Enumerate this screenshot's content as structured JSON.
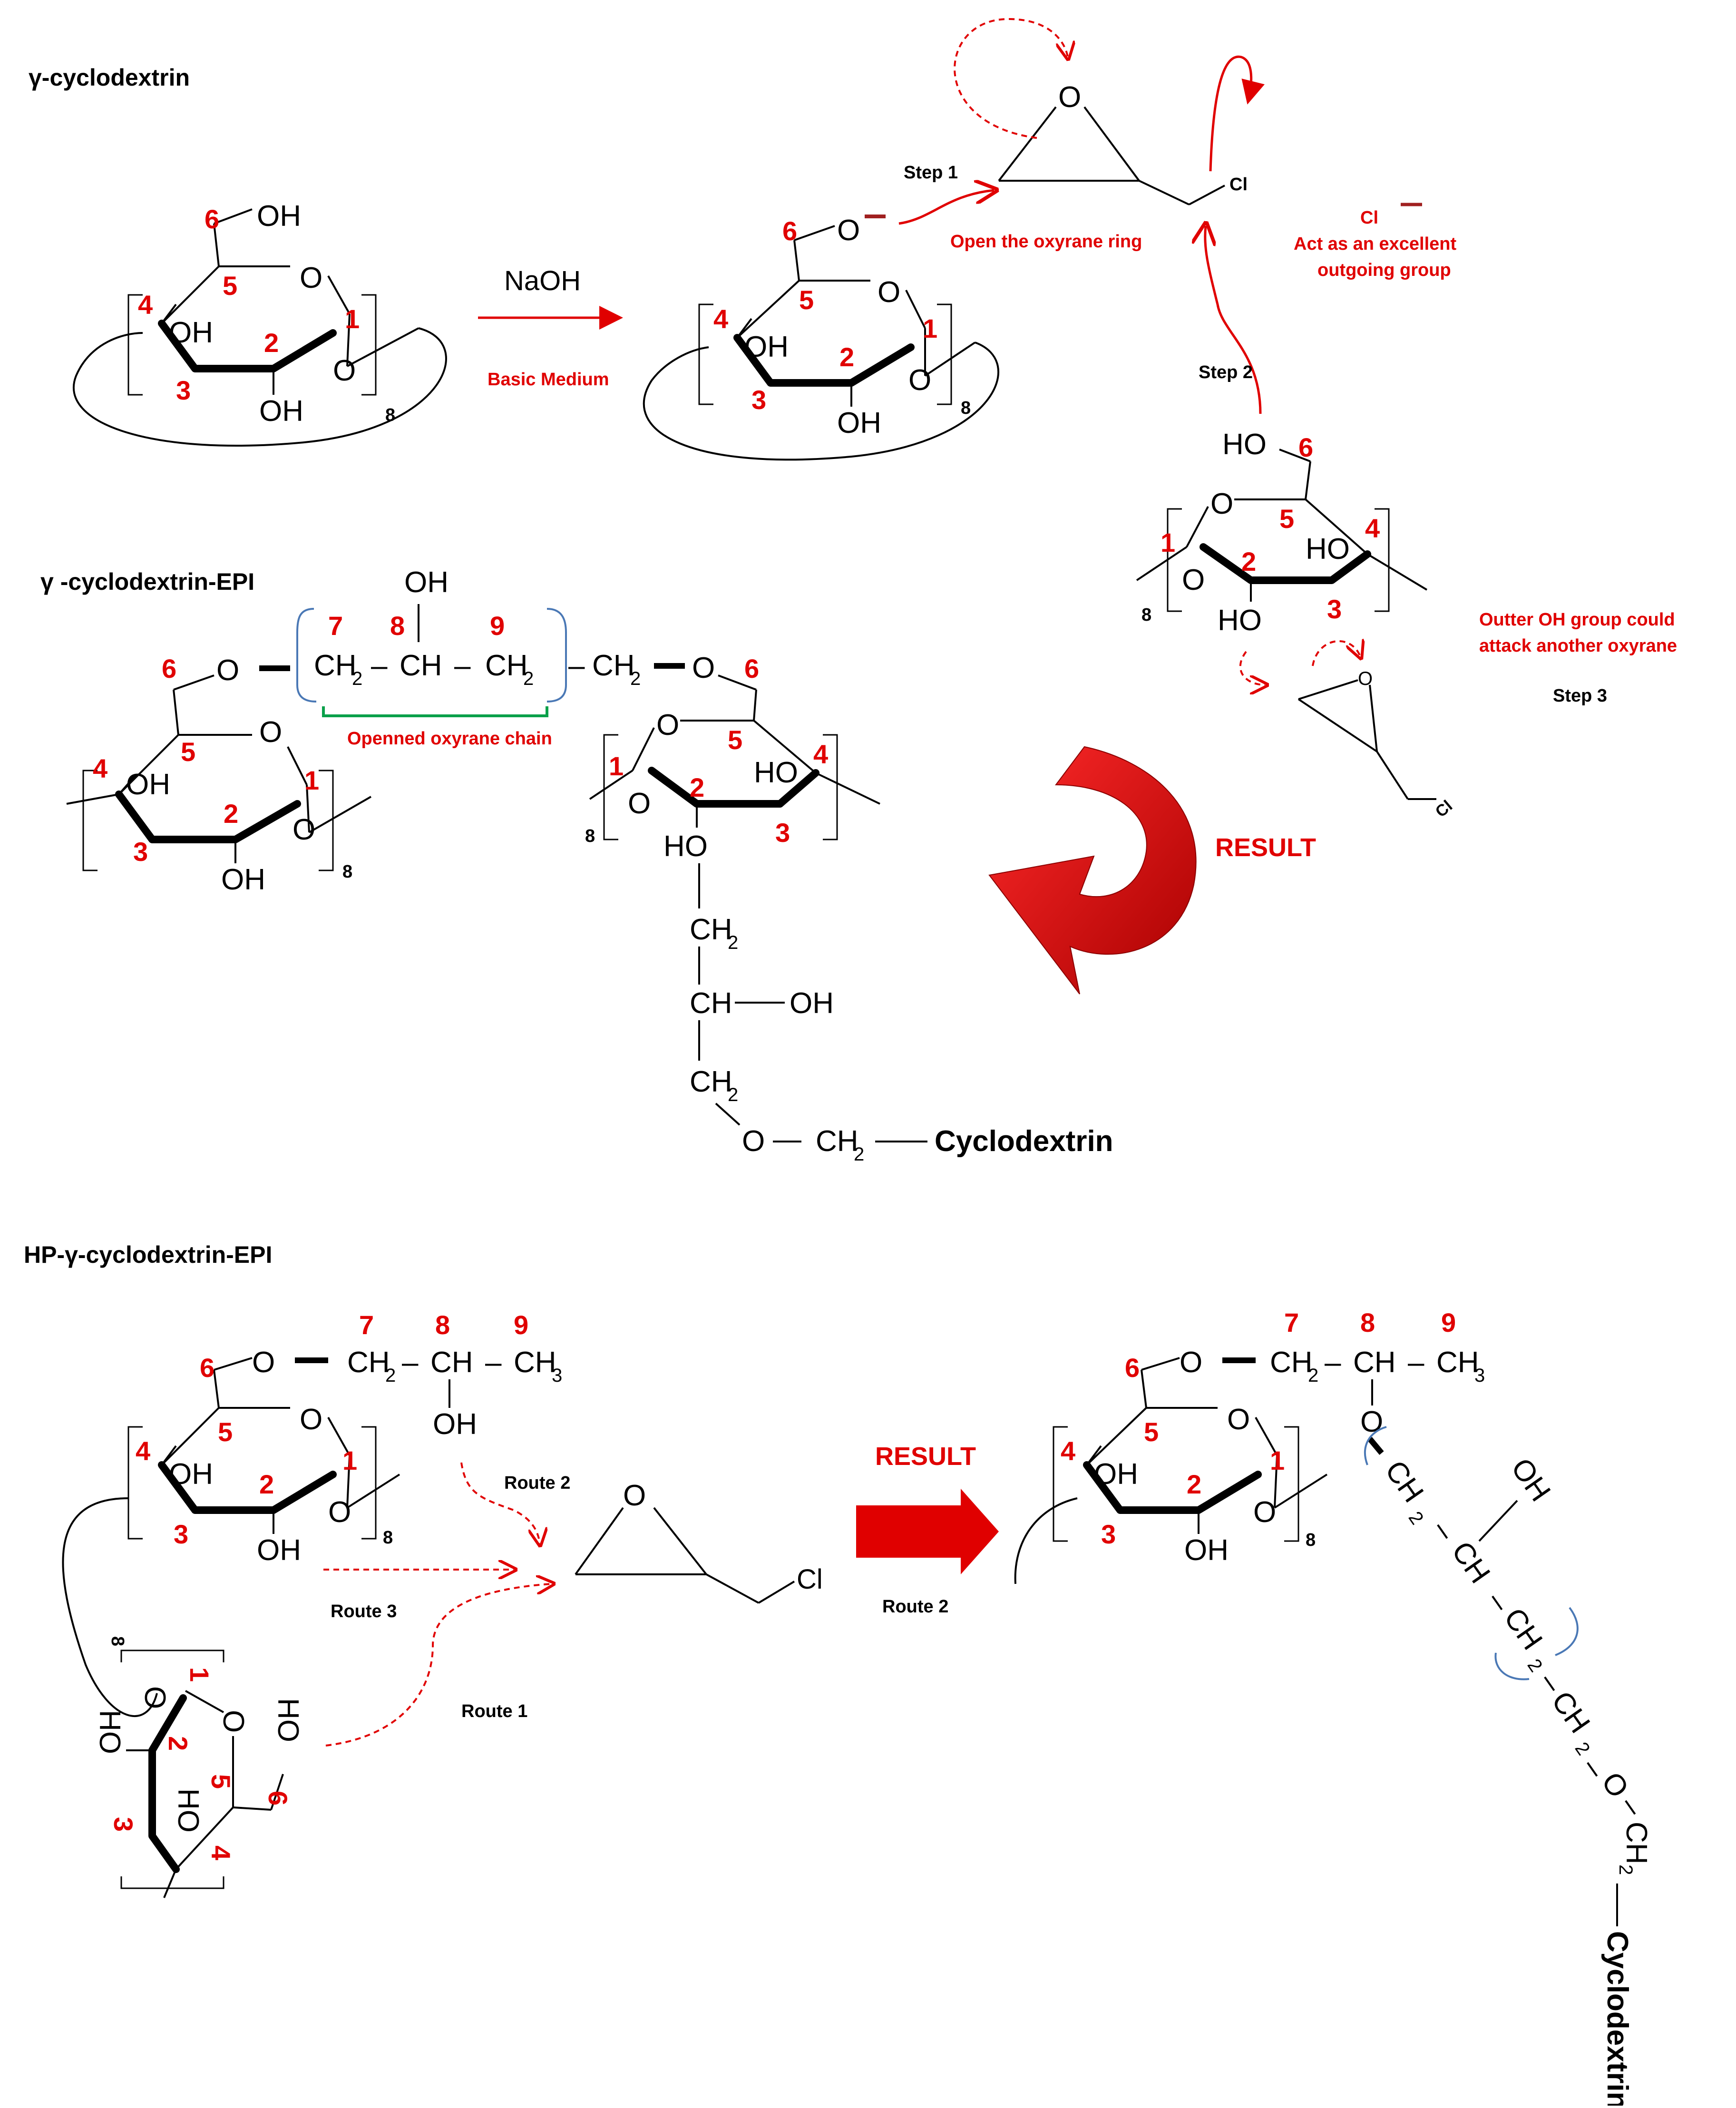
{
  "titles": {
    "gamma_cd": "γ-cyclodextrin",
    "gamma_cd_epi": "γ -cyclodextrin-EPI",
    "hp_gamma_cd_epi": "HP-γ-cyclodextrin-EPI"
  },
  "atoms": {
    "OH": "OH",
    "HO": "HO",
    "O": "O",
    "O_anion": "O",
    "Cl": "Cl",
    "CH2": "CH",
    "CH": "CH",
    "CH3": "CH",
    "sub2": "2",
    "sub3": "3",
    "dash": "–",
    "dashH": "–"
  },
  "carbon_numbers": [
    "1",
    "2",
    "3",
    "4",
    "5",
    "6",
    "7",
    "8",
    "9"
  ],
  "multiplier": "8",
  "reagent": "NaOH",
  "labels": {
    "basic_medium": "Basic Medium",
    "step1": "Step 1",
    "step2": "Step 2",
    "step3": "Step 3",
    "open_ring": "Open the oxyrane ring",
    "cl_anion": "Cl",
    "outgoing_line1": "Act as an excellent",
    "outgoing_line2": "outgoing group",
    "outer_oh_line1": "Outter OH group could",
    "outer_oh_line2": "attack another oxyrane",
    "opened_chain": "Openned oxyrane chain",
    "result": "RESULT",
    "route1": "Route 1",
    "route2": "Route 2",
    "route3": "Route 3",
    "cyclodextrin": "Cyclodextrin"
  },
  "colors": {
    "red": "#e00000",
    "dark_red": "#a80000",
    "blue_bracket": "#4a78b5",
    "green_bracket": "#0aa04a",
    "black": "#000000"
  }
}
